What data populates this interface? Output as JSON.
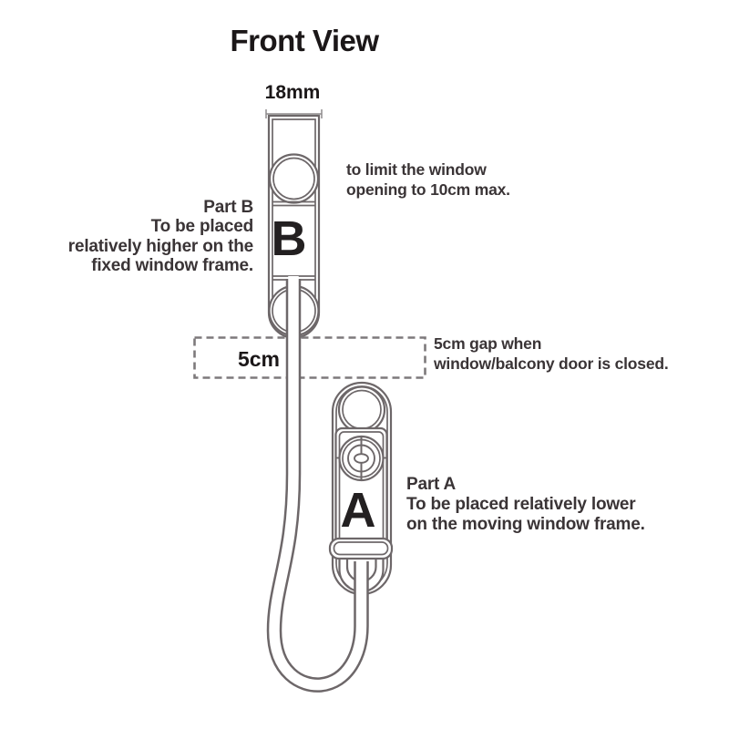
{
  "title": "Front View",
  "annotations": {
    "dimension_label": "18mm",
    "gap_label": "5cm",
    "limit_note_line1": "to limit the window",
    "limit_note_line2": "opening to 10cm max.",
    "part_b_note_line1": "Part B",
    "part_b_note_line2": "To be placed",
    "part_b_note_line3": "relatively higher on the",
    "part_b_note_line4": "fixed window frame.",
    "gap_note_line1": "5cm gap when",
    "gap_note_line2": "window/balcony door is closed.",
    "part_a_note_line1": "Part A",
    "part_a_note_line2": "To be placed relatively lower",
    "part_a_note_line3": "on the moving window frame."
  },
  "parts": {
    "part_b_letter": "B",
    "part_a_letter": "A"
  },
  "colors": {
    "background": "#ffffff",
    "line": "#6d6769",
    "dashed": "#7d797b",
    "dim_line": "#8e8a8c",
    "text": "#3a3436",
    "title": "#1b1718",
    "letter": "#232021"
  }
}
